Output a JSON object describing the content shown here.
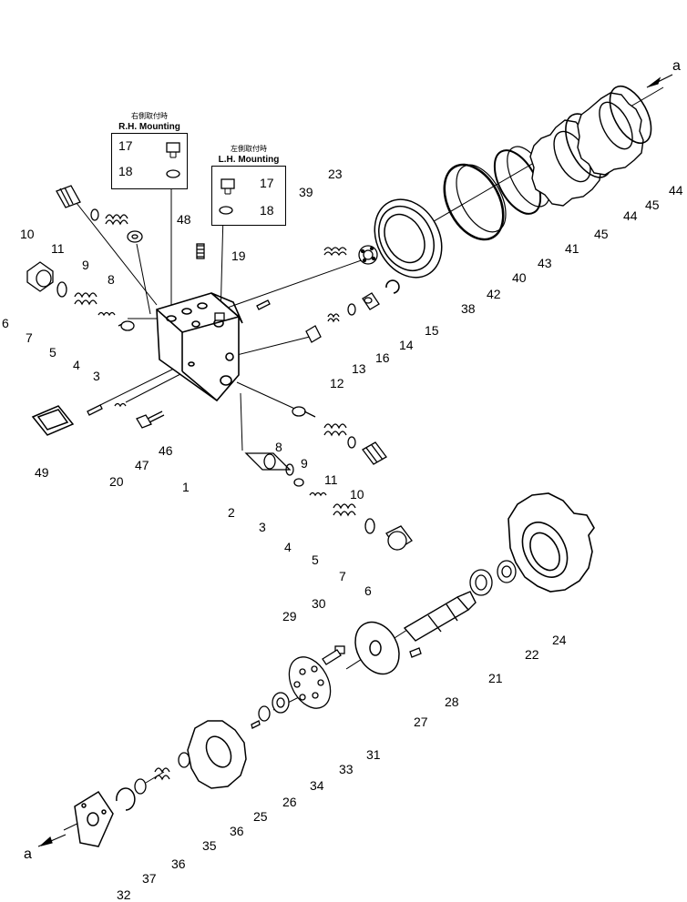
{
  "insets": {
    "rh": {
      "jp": "右側取付時",
      "en": "R.H. Mounting",
      "parts": [
        "17",
        "18"
      ]
    },
    "lh": {
      "jp": "左側取付時",
      "en": "L.H. Mounting",
      "parts": [
        "17",
        "18"
      ]
    }
  },
  "arrows": {
    "top": "a",
    "bottom": "a"
  },
  "callouts": [
    "10",
    "11",
    "9",
    "8",
    "48",
    "6",
    "7",
    "5",
    "4",
    "3",
    "19",
    "23",
    "39",
    "38",
    "42",
    "40",
    "43",
    "41",
    "45",
    "44",
    "45",
    "44",
    "15",
    "14",
    "16",
    "13",
    "12",
    "49",
    "20",
    "47",
    "46",
    "1",
    "8",
    "9",
    "11",
    "10",
    "2",
    "3",
    "4",
    "5",
    "7",
    "6",
    "24",
    "22",
    "21",
    "28",
    "27",
    "30",
    "29",
    "31",
    "33",
    "34",
    "26",
    "25",
    "36",
    "35",
    "36",
    "37",
    "32"
  ]
}
